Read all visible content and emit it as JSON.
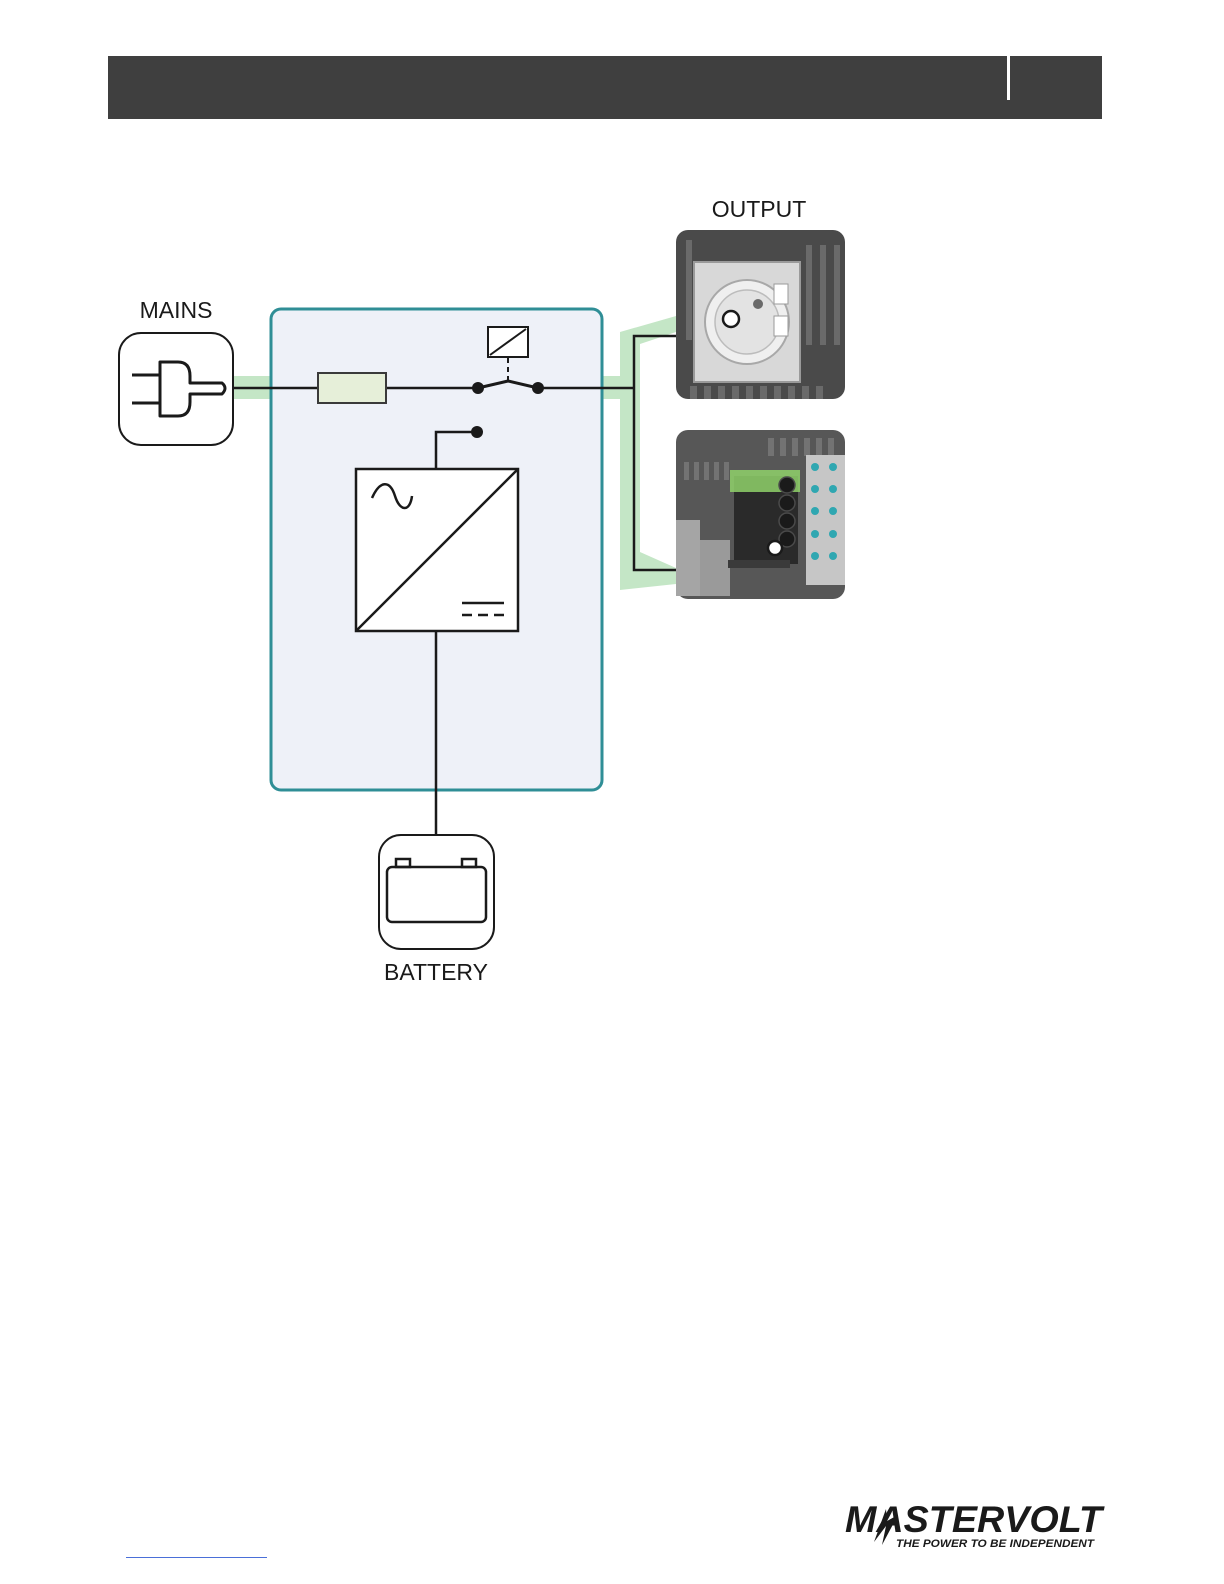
{
  "header": {
    "title": ""
  },
  "diagram": {
    "labels": {
      "mains": "MAINS",
      "output": "OUTPUT",
      "battery": "BATTERY"
    },
    "colors": {
      "header": "#3f3f3f",
      "device_fill": "#eef1f8",
      "device_border": "#2f8e96",
      "wire_highlight": "#c4e6c6",
      "fuse_fill": "#e6efd9",
      "socket_panel": "#4a4a4a",
      "terminal_highlight": "#8fd16a",
      "led_dots": "#2fa7b1"
    },
    "icons": [
      "plug-icon",
      "fuse-symbol",
      "relay-coil-symbol",
      "inverter-symbol",
      "battery-icon",
      "socket-photo",
      "terminal-block-photo"
    ]
  },
  "footer": {
    "brand": "MASTERVOLT",
    "tagline": "THE POWER TO BE INDEPENDENT"
  }
}
